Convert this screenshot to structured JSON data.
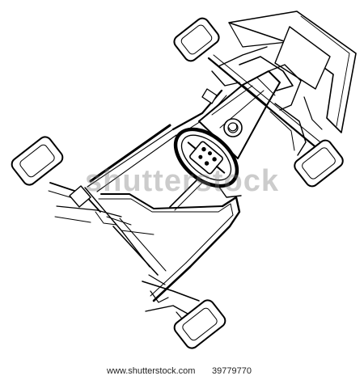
{
  "image": {
    "subject": "go-kart-line-drawing",
    "stroke_color": "#000000",
    "background_color": "#ffffff"
  },
  "watermark": {
    "text": "shutterstock"
  },
  "footer": {
    "site": "www.shutterstock.com",
    "separator": "·",
    "image_id": "39779770"
  }
}
